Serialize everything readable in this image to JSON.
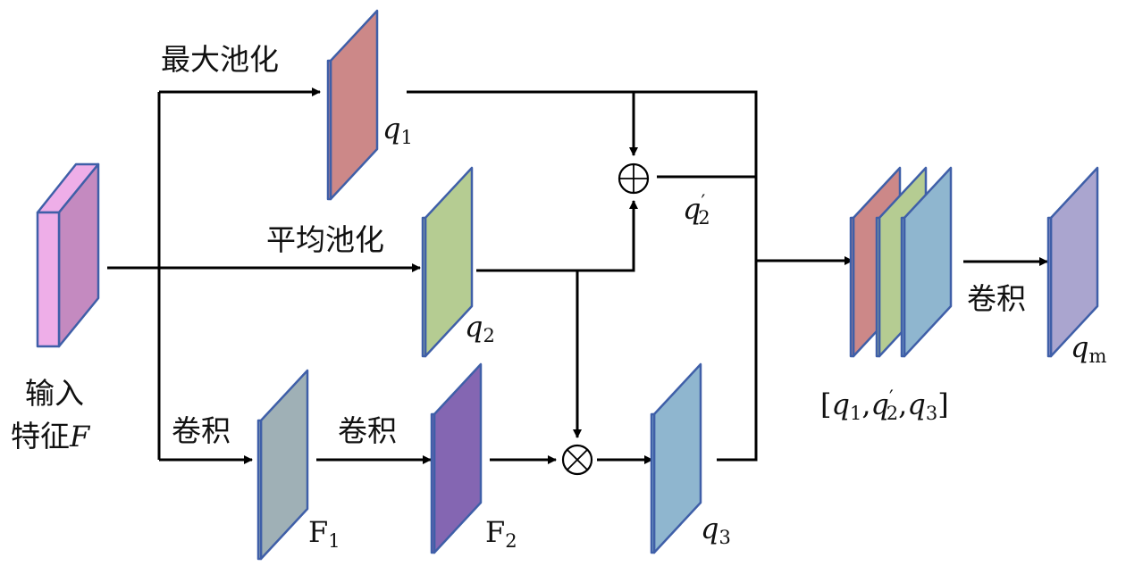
{
  "diagram": {
    "title": "",
    "input": {
      "label_line1": "输入",
      "label_line2": "特征",
      "label_var": "F",
      "color_front": "#eeaee8",
      "color_side": "#c48ac0"
    },
    "branches": {
      "max_pool": {
        "label": "最大池化",
        "output": "q",
        "output_sub": "1",
        "color": "#cc8888"
      },
      "avg_pool": {
        "label": "平均池化",
        "output": "q",
        "output_sub": "2",
        "color": "#b5cc92"
      },
      "conv1": {
        "label": "卷积",
        "output": "F",
        "output_sub": "1",
        "color": "#9fb0b6"
      },
      "conv2": {
        "label": "卷积",
        "output": "F",
        "output_sub": "2",
        "color": "#8466b2"
      },
      "mult_out": {
        "output": "q",
        "output_sub": "3",
        "color": "#8fb6cf"
      }
    },
    "operators": {
      "add": {
        "symbol": "⊕",
        "output": "q",
        "output_prime": "′",
        "output_sub": "2"
      },
      "multiply": {
        "symbol": "⊗"
      }
    },
    "concat": {
      "label_open": "[",
      "label_close": "]",
      "items": [
        {
          "var": "q",
          "sub": "1",
          "prime": ""
        },
        {
          "var": "q",
          "sub": "2",
          "prime": "′"
        },
        {
          "var": "q",
          "sub": "3",
          "prime": ""
        }
      ],
      "colors": [
        "#cc8888",
        "#b5cc92",
        "#8fb6cf"
      ]
    },
    "final": {
      "label": "卷积",
      "output": "q",
      "output_sub": "m",
      "color": "#aaa5cf"
    },
    "edge_color": "#3f5fa8"
  }
}
